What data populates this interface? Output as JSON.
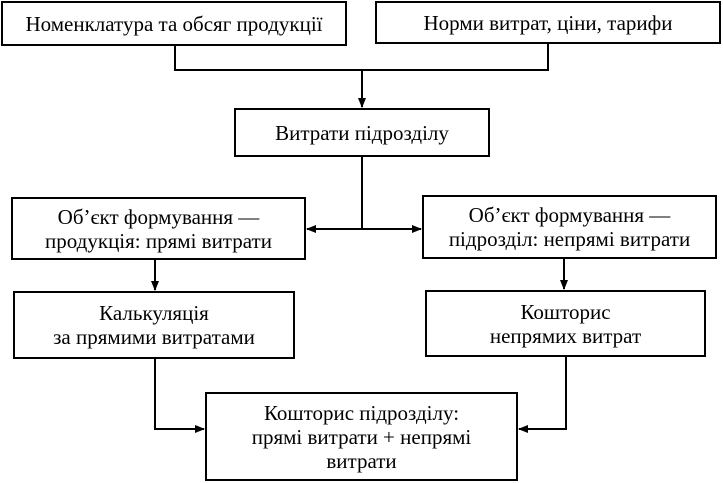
{
  "boxes": {
    "nomenclature": {
      "text": "Номенклатура та обсяг продукції"
    },
    "norms": {
      "text": "Норми витрат, ціни, тарифи"
    },
    "unit_costs": {
      "text": "Витрати підрозділу"
    },
    "object_product": {
      "line1": "Об’єкт формування —",
      "line2": "продукція: прямі витрати"
    },
    "object_unit": {
      "line1": "Об’єкт формування —",
      "line2": "підрозділ: непрямі витрати"
    },
    "calculation": {
      "line1": "Калькуляція",
      "line2": "за прямими витратами"
    },
    "estimate_indirect": {
      "line1": "Кошторис",
      "line2": "непрямих витрат"
    },
    "estimate_unit": {
      "line1": "Кошторис підрозділу:",
      "line2": "прямі витрати + непрямі",
      "line3": "витрати"
    }
  },
  "colors": {
    "line": "#000000",
    "background": "#ffffff"
  }
}
